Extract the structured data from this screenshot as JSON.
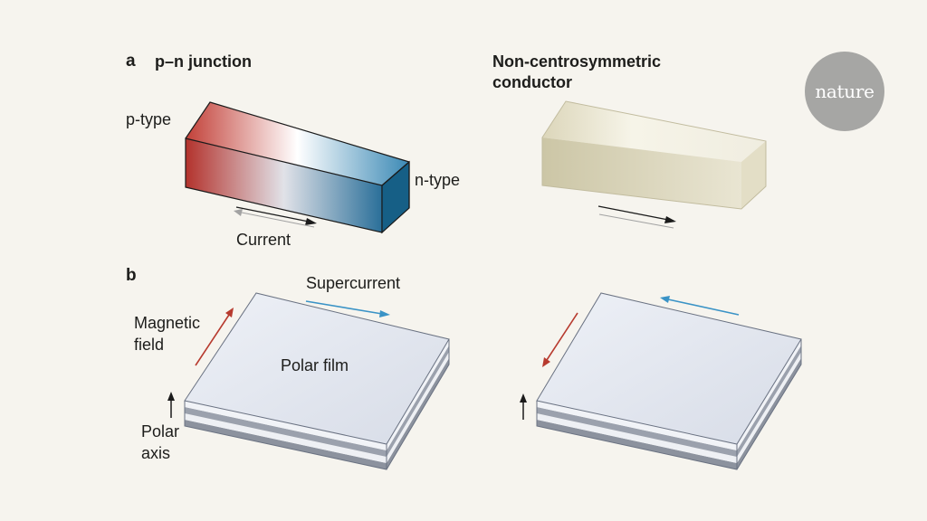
{
  "panel_a": {
    "letter": "a",
    "left_title": "p–n junction",
    "right_title_line1": "Non-centrosymmetric",
    "right_title_line2": "conductor",
    "p_type_label": "p-type",
    "n_type_label": "n-type",
    "current_label": "Current"
  },
  "panel_b": {
    "letter": "b",
    "supercurrent_label": "Supercurrent",
    "magnetic_field_line1": "Magnetic",
    "magnetic_field_line2": "field",
    "polar_film_label": "Polar film",
    "polar_axis_line1": "Polar",
    "polar_axis_line2": "axis"
  },
  "logo_text": "nature",
  "colors": {
    "background": "#f6f4ee",
    "p_type_red": "#b92e2a",
    "n_type_blue": "#1f6d97",
    "conductor_beige": "#dcd6b9",
    "magnetic_field_arrow": "#b73a2e",
    "supercurrent_arrow": "#3a93c6",
    "logo_grey": "#a6a6a4"
  }
}
